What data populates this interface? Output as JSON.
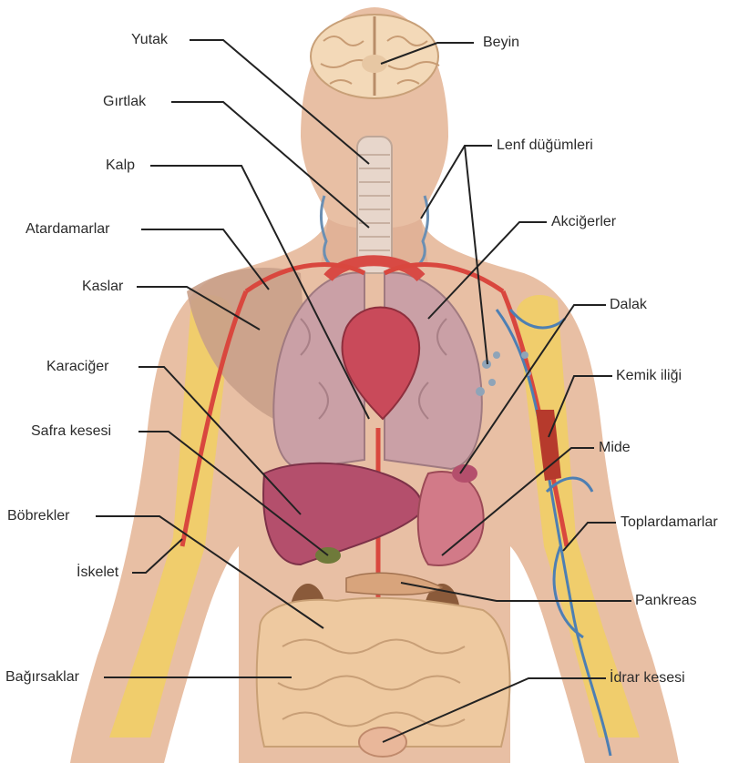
{
  "colors": {
    "skin": "#e8bfa4",
    "skin_shadow": "#d9a98c",
    "bone": "#f1cf63",
    "muscle": "#caa089",
    "lung": "#caa0a6",
    "heart": "#c94a5a",
    "liver": "#b44f6c",
    "intestine": "#eec9a0",
    "artery": "#d9473e",
    "vein": "#4d7fb3",
    "leader": "#222222"
  },
  "labels": {
    "yutak": "Yutak",
    "beyin": "Beyin",
    "girtlak": "Gırtlak",
    "lenf": "Lenf düğümleri",
    "kalp": "Kalp",
    "akcigerler": "Akciğerler",
    "atardamarlar": "Atardamarlar",
    "kaslar": "Kaslar",
    "dalak": "Dalak",
    "karaciger": "Karaciğer",
    "kemik": "Kemik iliği",
    "safra": "Safra kesesi",
    "mide": "Mide",
    "bobrekler": "Böbrekler",
    "toplardamarlar": "Toplardamarlar",
    "iskelet": "İskelet",
    "pankreas": "Pankreas",
    "bagirsaklar": "Bağırsaklar",
    "idrar": "İdrar kesesi"
  }
}
